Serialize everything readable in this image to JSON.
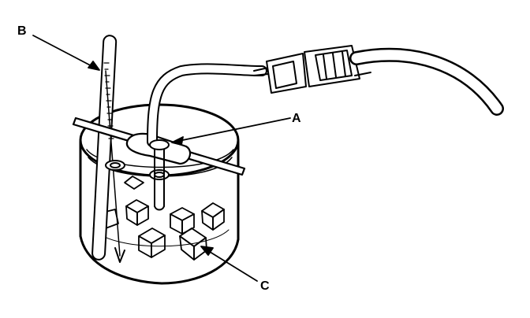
{
  "diagram": {
    "callouts": {
      "a": "A",
      "b": "B",
      "c": "C"
    },
    "parts": {
      "a": "sensor-in-holder",
      "b": "thermometer",
      "c": "ice-cubes-in-water"
    },
    "colors": {
      "line": "#000000",
      "background": "#ffffff"
    }
  }
}
